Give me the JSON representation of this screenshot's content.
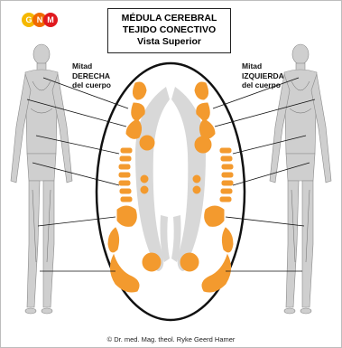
{
  "logo": {
    "letters": [
      "G",
      "N",
      "M"
    ],
    "colors": [
      "#f5b800",
      "#f06a00",
      "#e0191f"
    ]
  },
  "title": {
    "line1": "MÉDULA CEREBRAL",
    "line2": "TEJIDO CONECTIVO",
    "line3": "Vista Superior"
  },
  "labels": {
    "right_half": {
      "line1": "Mitad",
      "line2": "DERECHA",
      "line3": "del cuerpo"
    },
    "left_half": {
      "line1": "Mitad",
      "line2": "IZQUIERDA",
      "line3": "del cuerpo"
    }
  },
  "footer": "© Dr. med. Mag. theol. Ryke Geerd Hamer",
  "colors": {
    "relay": "#f39a2e",
    "matter": "#d8d8d8",
    "outline": "#111111"
  }
}
